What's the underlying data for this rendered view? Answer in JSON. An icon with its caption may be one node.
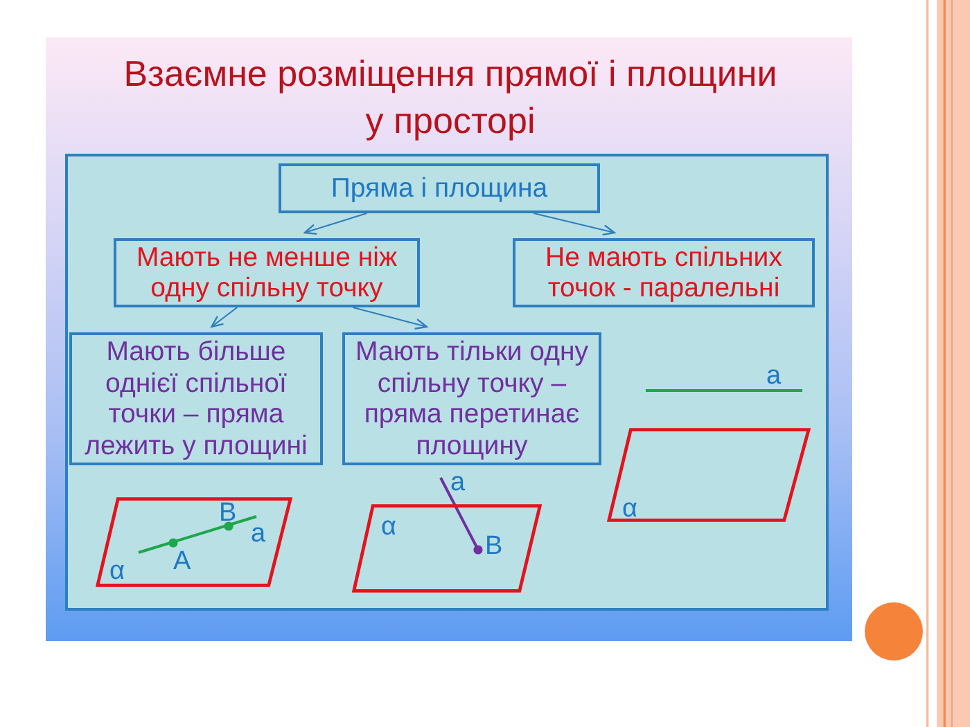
{
  "diagram": {
    "title": "Взаємне розміщення прямої і площини у просторі",
    "nodes": [
      {
        "text": [
          "Пряма і площина"
        ]
      },
      {
        "text": [
          "Мають не менше ніж одну спільну точку"
        ]
      },
      {
        "text": [
          "Не мають спільних точок - паралельні"
        ]
      },
      {
        "text": [
          "Мають більше однієї спільної точки – пряма лежить у площині"
        ]
      },
      {
        "text": [
          "Мають тільки одну спільну точку – пряма перетинає площину"
        ]
      },
      {
        "text": [
          "B",
          "a",
          "A",
          "α"
        ]
      },
      {
        "text": [
          "α",
          "B"
        ],
        "beside": [
          "a"
        ]
      },
      {
        "text": [
          "α"
        ],
        "beside": [
          "a"
        ]
      }
    ],
    "edges": [
      {
        "from": 0,
        "to": 1,
        "arrow": "to"
      },
      {
        "from": 0,
        "to": 2,
        "arrow": "to"
      },
      {
        "from": 1,
        "to": 3,
        "arrow": "to"
      },
      {
        "from": 1,
        "to": 4,
        "arrow": "to"
      }
    ]
  }
}
